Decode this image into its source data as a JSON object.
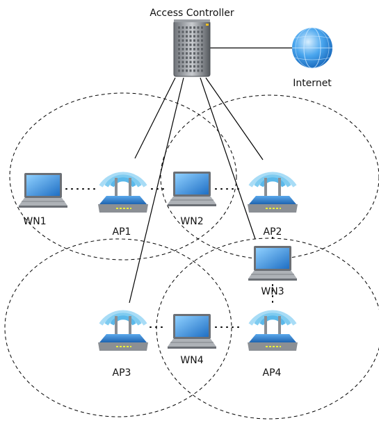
{
  "title": "Access Controller",
  "internet_label": "Internet",
  "access_points": [
    {
      "id": "AP1",
      "label": "AP1"
    },
    {
      "id": "AP2",
      "label": "AP2"
    },
    {
      "id": "AP3",
      "label": "AP3"
    },
    {
      "id": "AP4",
      "label": "AP4"
    }
  ],
  "wireless_nodes": [
    {
      "id": "WN1",
      "label": "WN1"
    },
    {
      "id": "WN2",
      "label": "WN2"
    },
    {
      "id": "WN3",
      "label": "WN3"
    },
    {
      "id": "WN4",
      "label": "WN4"
    }
  ],
  "colors": {
    "wifi_wave": "#7ecbf0",
    "router_body": "#8b8f94",
    "router_top": "#3f8fd6",
    "laptop_screen": "#3a8fd4",
    "globe": "#2f8fe0",
    "link_line": "#000000"
  }
}
